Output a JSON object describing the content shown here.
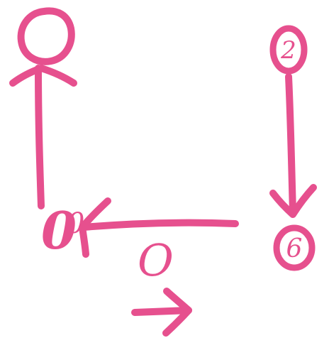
{
  "diagram": {
    "ink_color": "#E6508E",
    "node_2_label": "2",
    "node_6_label": "6",
    "node_0_label": "0",
    "node_0_marker": "0",
    "node_0_bottom_label": "O"
  }
}
